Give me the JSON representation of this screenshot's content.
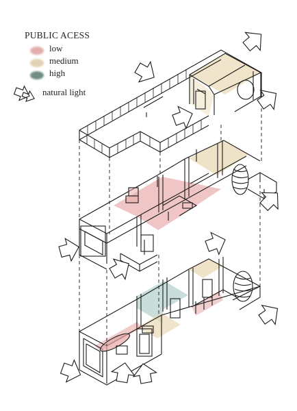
{
  "legend": {
    "title": "PUBLIC ACESS",
    "items": [
      {
        "label": "low",
        "color": "#d98c8c"
      },
      {
        "label": "medium",
        "color": "#d8c39a"
      },
      {
        "label": "high",
        "color": "#6f8f86"
      }
    ],
    "natural_light_label": "natural light"
  },
  "colors": {
    "line": "#1a1a1a",
    "low_zone": "#e6a8a6",
    "medium_zone": "#e9d9b4",
    "high_zone": "#b7d3cf",
    "arrow_fill": "#ffffff"
  },
  "icons": {
    "natural_light": "double-chevron-arrow-icon"
  }
}
